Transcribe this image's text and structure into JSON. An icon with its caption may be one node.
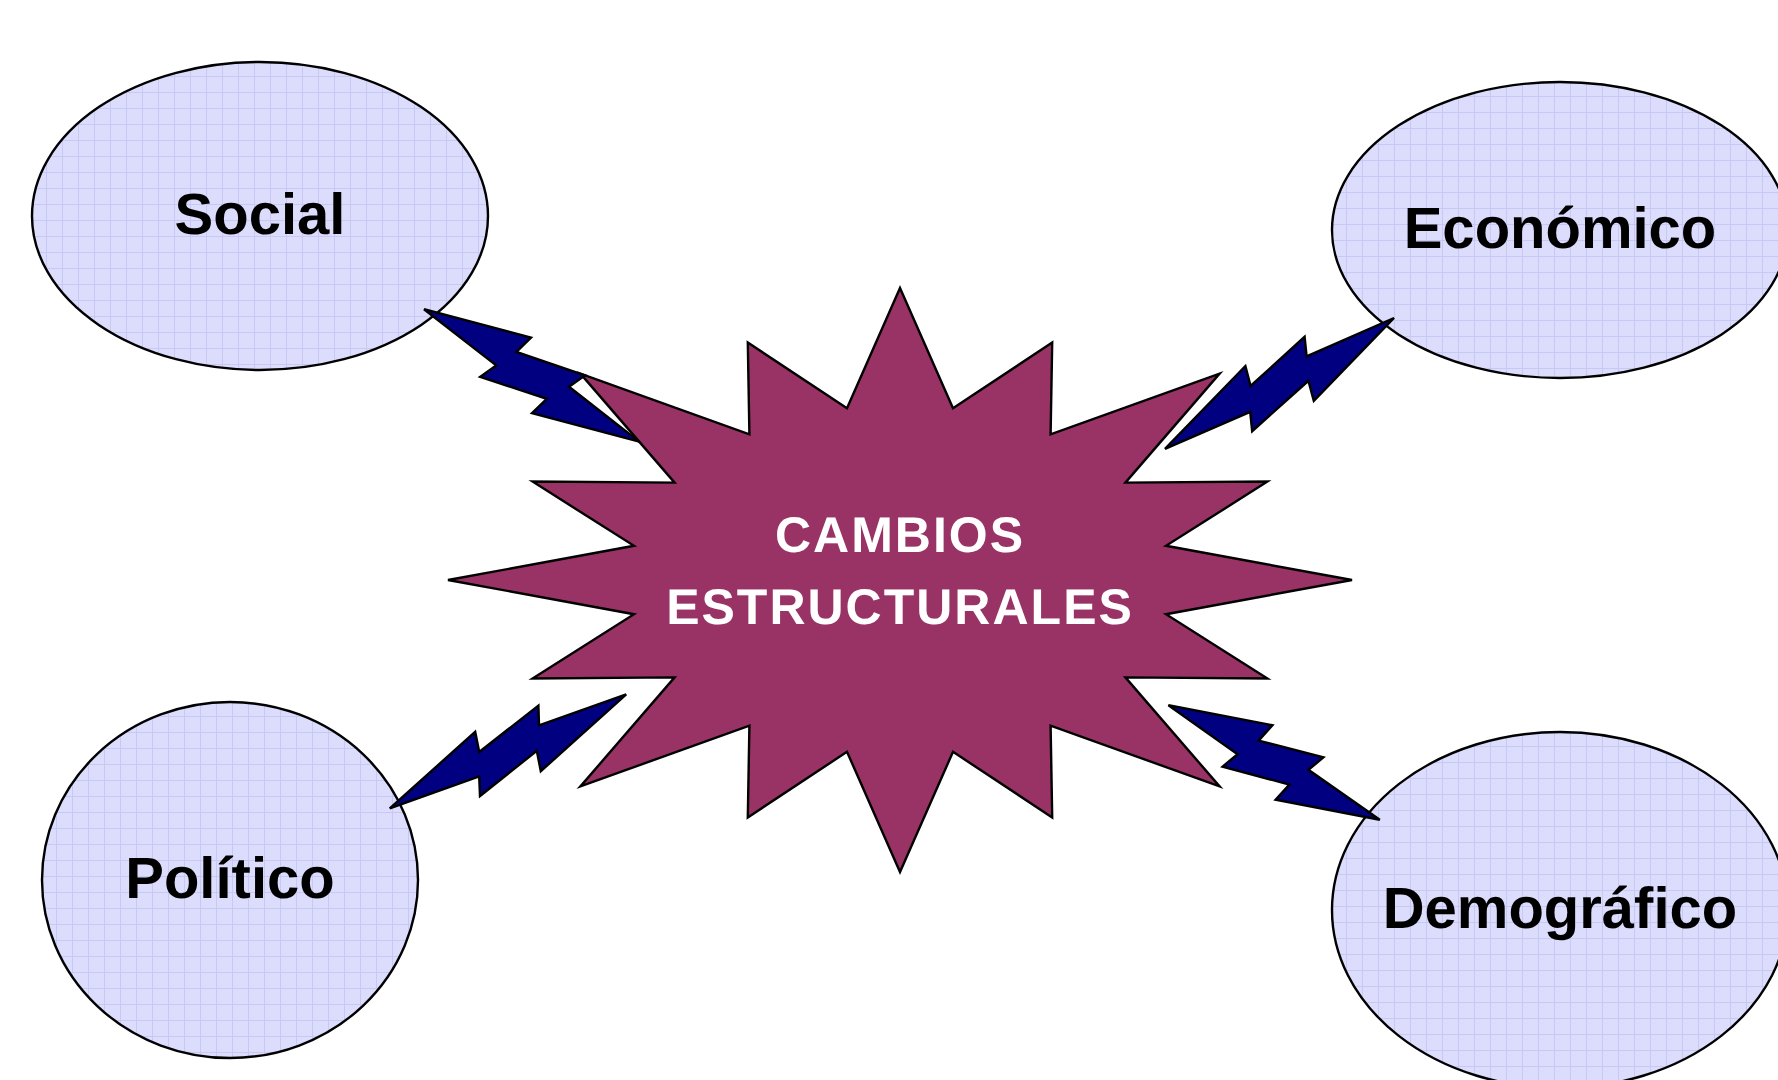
{
  "diagram": {
    "nodes": [
      {
        "text": [
          "Social"
        ]
      },
      {
        "text": [
          "Económico"
        ]
      },
      {
        "text": [
          "CAMBIOS ESTRUCTURALES"
        ]
      },
      {
        "text": [
          "Político"
        ]
      },
      {
        "text": [
          "Demográfico"
        ]
      }
    ],
    "edges": [
      {
        "from": 0,
        "to": 2,
        "arrow": "none"
      },
      {
        "from": 1,
        "to": 2,
        "arrow": "none"
      },
      {
        "from": 3,
        "to": 2,
        "arrow": "none"
      },
      {
        "from": 4,
        "to": 2,
        "arrow": "none"
      }
    ]
  }
}
